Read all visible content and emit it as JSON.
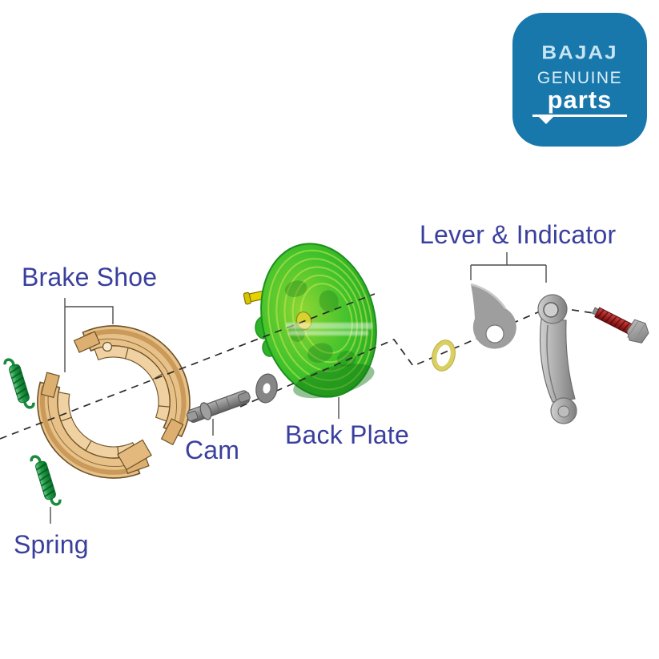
{
  "logo": {
    "brand": "BAJAJ",
    "genuine": "GENUINE",
    "parts": "parts",
    "bg_color": "#1878ac",
    "brand_color": "#c7e5f3",
    "text_color": "#ffffff"
  },
  "labels": {
    "brake_shoe": "Brake Shoe",
    "spring": "Spring",
    "cam": "Cam",
    "back_plate": "Back Plate",
    "lever_indicator": "Lever & Indicator",
    "color": "#3a3f9e"
  },
  "part_colors": {
    "spring_green": "#1e9c44",
    "brake_shoe_tan": "#e8c189",
    "back_plate_green": "#33bb2a",
    "pin_yellow": "#e6d200",
    "cam_gray": "#8a8a8a",
    "oring_yellow": "#d9cf63",
    "indicator_gray": "#9e9e9e",
    "lever_gray": "#b5b5b5",
    "bolt_red": "#a32222"
  }
}
